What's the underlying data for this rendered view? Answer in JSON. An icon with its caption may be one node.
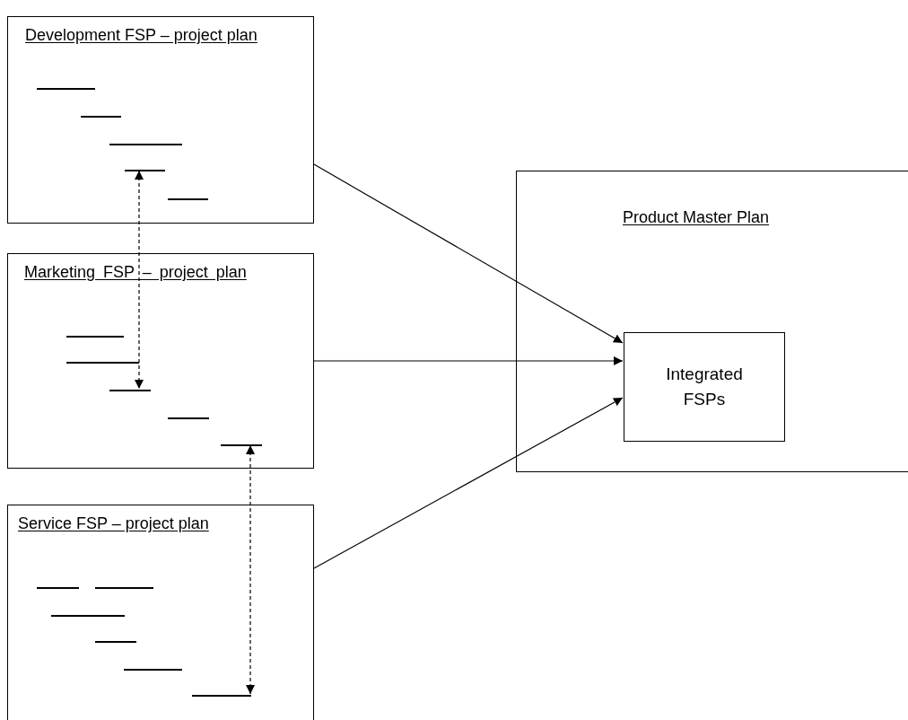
{
  "diagram": {
    "nodes": [
      {
        "text": [
          "Development FSP – project plan"
        ]
      },
      {
        "text": [],
        "shape": "bar",
        "in": 0
      },
      {
        "text": [
          "Marketing FSP – project plan"
        ]
      },
      {
        "text": [],
        "shape": "bar",
        "in": 2
      },
      {
        "text": [],
        "shape": "bar",
        "in": 2
      },
      {
        "text": [
          "Service FSP – project plan"
        ]
      },
      {
        "text": [],
        "shape": "bar",
        "in": 5
      },
      {
        "text": [
          "Product Master Plan"
        ]
      },
      {
        "text": [
          "Integrated FSPs"
        ],
        "in": 7
      }
    ],
    "edges": [
      {
        "from": 1,
        "to": 3,
        "arrow": "both",
        "style": "dashed"
      },
      {
        "from": 4,
        "to": 6,
        "arrow": "both",
        "style": "dashed"
      },
      {
        "from": 0,
        "to": 8,
        "arrow": "to"
      },
      {
        "from": 2,
        "to": 8,
        "arrow": "to"
      },
      {
        "from": 5,
        "to": 8,
        "arrow": "to"
      }
    ]
  }
}
